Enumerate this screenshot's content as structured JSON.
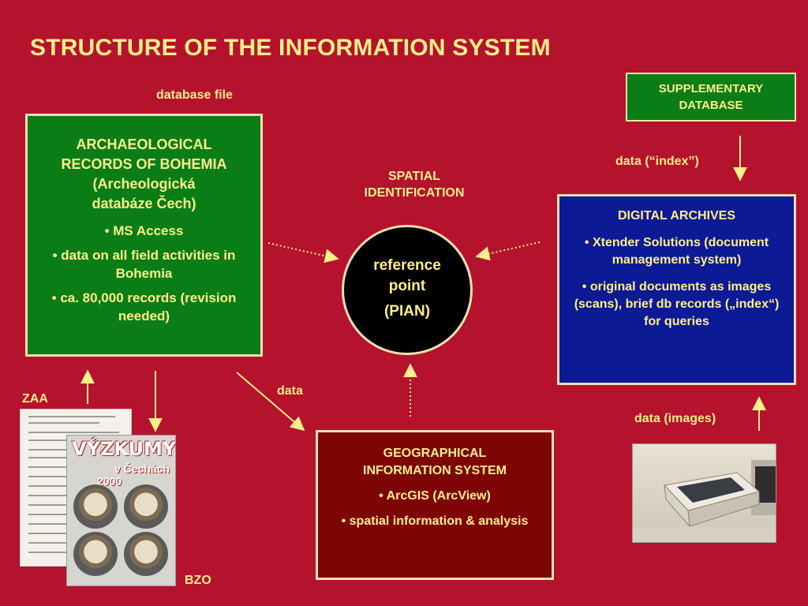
{
  "title": "STRUCTURE OF THE INFORMATION SYSTEM",
  "labels": {
    "database_file": "database file",
    "spatial_identification": [
      "SPATIAL",
      "IDENTIFICATION"
    ],
    "data_index": "data  (“index”)",
    "data": "data",
    "data_images": "data  (images)",
    "zaa": "ZAA",
    "bzo": "BZO"
  },
  "supplementary": {
    "line1": "SUPPLEMENTARY",
    "line2": "DATABASE"
  },
  "archaeological": {
    "head_lines": [
      "ARCHAEOLOGICAL",
      "RECORDS OF BOHEMIA",
      "(Archeologická",
      "databáze Čech)"
    ],
    "bullets": [
      "• MS Access",
      "• data on all field activities in Bohemia",
      "• ca. 80,000 records (revision needed)"
    ]
  },
  "reference_point": {
    "line1": "reference",
    "line2": "point",
    "line3": "(PIAN)"
  },
  "digital_archives": {
    "head": "DIGITAL ARCHIVES",
    "bullets": [
      "• Xtender Solutions (document management system)",
      "• original documents as images (scans), brief db records („index“) for queries"
    ]
  },
  "gis": {
    "head_lines": [
      "GEOGRAPHICAL",
      "INFORMATION SYSTEM"
    ],
    "bullets": [
      "•  ArcGIS (ArcView)",
      "• spatial information & analysis"
    ]
  },
  "magazine": {
    "title_line1": "VÝZKUMY",
    "title_line2": "v Čechách",
    "year": "2000"
  },
  "colors": {
    "background": "#b5122d",
    "text": "#ffef8a",
    "green_box": "#0a7d16",
    "navy_box": "#0c1a96",
    "maroon_box": "#7d0505",
    "border": "#f4dfb0"
  }
}
